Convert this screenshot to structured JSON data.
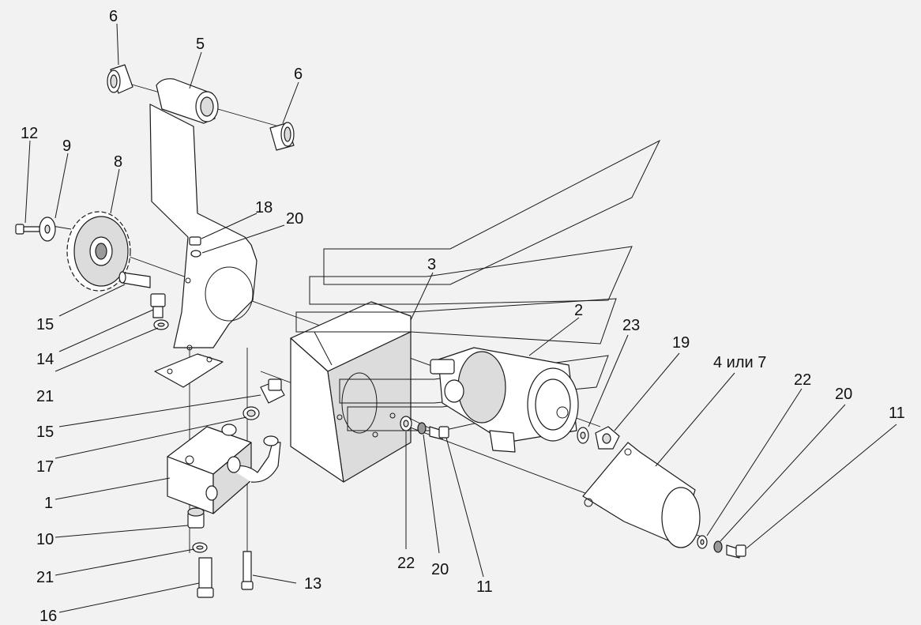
{
  "callouts": [
    {
      "id": "c6a",
      "text": "6"
    },
    {
      "id": "c5",
      "text": "5"
    },
    {
      "id": "c6b",
      "text": "6"
    },
    {
      "id": "c12",
      "text": "12"
    },
    {
      "id": "c9",
      "text": "9"
    },
    {
      "id": "c8",
      "text": "8"
    },
    {
      "id": "c18",
      "text": "18"
    },
    {
      "id": "c20a",
      "text": "20"
    },
    {
      "id": "c3",
      "text": "3"
    },
    {
      "id": "c2",
      "text": "2"
    },
    {
      "id": "c23",
      "text": "23"
    },
    {
      "id": "c19",
      "text": "19"
    },
    {
      "id": "c4or7",
      "text": "4 или 7"
    },
    {
      "id": "c22a",
      "text": "22"
    },
    {
      "id": "c20b",
      "text": "20"
    },
    {
      "id": "c11a",
      "text": "11"
    },
    {
      "id": "c15a",
      "text": "15"
    },
    {
      "id": "c14",
      "text": "14"
    },
    {
      "id": "c21a",
      "text": "21"
    },
    {
      "id": "c15b",
      "text": "15"
    },
    {
      "id": "c17",
      "text": "17"
    },
    {
      "id": "c1",
      "text": "1"
    },
    {
      "id": "c10",
      "text": "10"
    },
    {
      "id": "c21b",
      "text": "21"
    },
    {
      "id": "c16",
      "text": "16"
    },
    {
      "id": "c13",
      "text": "13"
    },
    {
      "id": "c22b",
      "text": "22"
    },
    {
      "id": "c20c",
      "text": "20"
    },
    {
      "id": "c11b",
      "text": "11"
    }
  ]
}
